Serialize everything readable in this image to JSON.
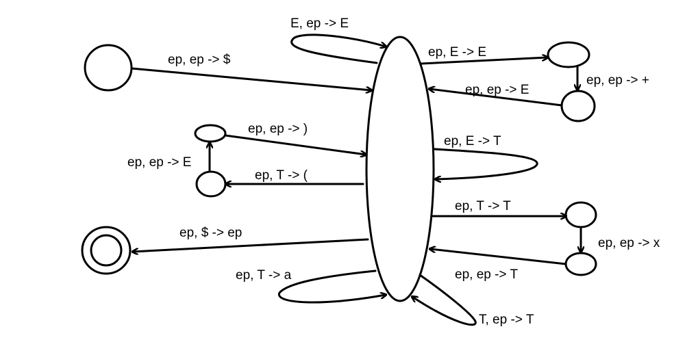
{
  "diagram": {
    "colors": {
      "stroke": "#000000",
      "background": "#ffffff"
    },
    "states": [
      {
        "id": "start",
        "kind": "start"
      },
      {
        "id": "loop",
        "kind": "main"
      },
      {
        "id": "plus_a",
        "kind": "intermediate"
      },
      {
        "id": "plus_b",
        "kind": "intermediate"
      },
      {
        "id": "paren_a",
        "kind": "intermediate"
      },
      {
        "id": "paren_b",
        "kind": "intermediate"
      },
      {
        "id": "times_a",
        "kind": "intermediate"
      },
      {
        "id": "times_b",
        "kind": "intermediate"
      },
      {
        "id": "accept",
        "kind": "accept"
      }
    ],
    "transitions": [
      {
        "from": "start",
        "to": "loop",
        "label": "ep, ep -> $"
      },
      {
        "from": "loop",
        "to": "loop",
        "label": "E, ep -> E"
      },
      {
        "from": "loop",
        "to": "plus_a",
        "label": "ep, E -> E"
      },
      {
        "from": "plus_a",
        "to": "plus_b",
        "label": "ep, ep -> +"
      },
      {
        "from": "plus_b",
        "to": "loop",
        "label": "ep, ep -> E"
      },
      {
        "from": "paren_a",
        "to": "loop",
        "label": "ep, ep -> )"
      },
      {
        "from": "paren_b",
        "to": "paren_a",
        "label": "ep, ep -> E"
      },
      {
        "from": "loop",
        "to": "paren_b",
        "label": "ep, T -> ("
      },
      {
        "from": "loop",
        "to": "loop",
        "label": "ep, E -> T"
      },
      {
        "from": "loop",
        "to": "times_a",
        "label": "ep, T -> T"
      },
      {
        "from": "times_a",
        "to": "times_b",
        "label": "ep, ep -> x"
      },
      {
        "from": "times_b",
        "to": "loop",
        "label": "ep, ep -> T"
      },
      {
        "from": "loop",
        "to": "accept",
        "label": "ep, $ -> ep"
      },
      {
        "from": "loop",
        "to": "loop",
        "label": "ep, T -> a"
      },
      {
        "from": "loop",
        "to": "loop",
        "label": "T, ep -> T"
      }
    ]
  }
}
